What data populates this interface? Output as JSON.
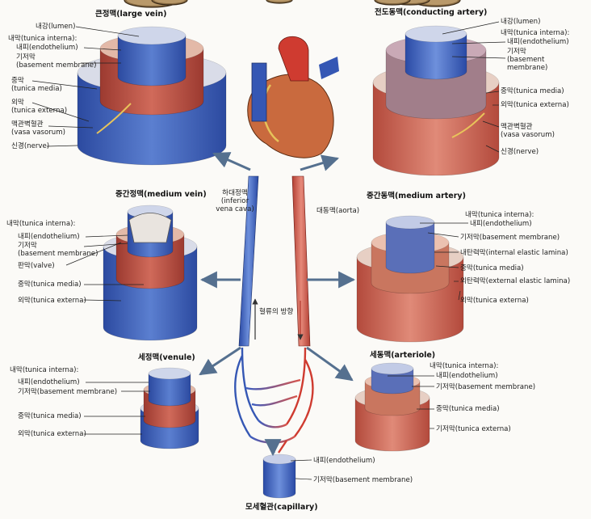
{
  "colors": {
    "vein": "#3d5fb8",
    "artery": "#c8574a",
    "muscle": "#b8483c",
    "lumen": "#a58a62",
    "basement": "#e6d6c0",
    "arrow": "#55708f"
  },
  "titles": {
    "large_vein": "큰정맥(large vein)",
    "conducting_artery": "전도동맥(conducting artery)",
    "medium_vein": "중간정맥(medium vein)",
    "medium_artery": "중간동맥(medium artery)",
    "venule": "세정맥(venule)",
    "arteriole": "세동맥(arteriole)",
    "capillary": "모세혈관(capillary)"
  },
  "center": {
    "ivc": "하대정맥\n(inferior\nvena cava)",
    "aorta": "대동맥(aorta)",
    "flow": "혈류의 방향"
  },
  "labels": {
    "large_vein": {
      "lumen": "내강(lumen)",
      "tunica_interna": "내막(tunica interna):",
      "endothelium": "내피(endothelium)",
      "basement": "기저막\n(basement membrane)",
      "media": "중막\n(tunica media)",
      "externa": "외막\n(tunica externa)",
      "vasa": "맥관벽혈관\n(vasa vasorum)",
      "nerve": "신경(nerve)"
    },
    "conducting_artery": {
      "lumen": "내강(lumen)",
      "tunica_interna": "내막(tunica interna):",
      "endothelium": "내피(endothelium)",
      "basement": "기저막\n(basement\nmembrane)",
      "media": "중막(tunica media)",
      "externa": "외막(tunica externa)",
      "vasa": "맥관벽혈관\n(vasa vasorum)",
      "nerve": "신경(nerve)"
    },
    "medium_vein": {
      "tunica_interna": "내막(tunica interna):",
      "endothelium": "내피(endothelium)",
      "basement": "기저막\n(basement membrane)",
      "valve": "판막(valve)",
      "media": "중막(tunica media)",
      "externa": "외막(tunica externa)"
    },
    "medium_artery": {
      "tunica_interna": "내막(tunica interna):",
      "endothelium": "내피(endothelium)",
      "basement": "기저막(basement membrane)",
      "iel": "내탄력막(internal elastic lamina)",
      "media": "중막(tunica media)",
      "eel": "외탄력막(external elastic lamina)",
      "externa": "외막(tunica externa)"
    },
    "venule": {
      "tunica_interna": "내막(tunica interna):",
      "endothelium": "내피(endothelium)",
      "basement": "기저막(basement membrane)",
      "media": "중막(tunica media)",
      "externa": "외막(tunica externa)"
    },
    "arteriole": {
      "tunica_interna": "내막(tunica interna):",
      "endothelium": "내피(endothelium)",
      "basement": "기저막(basement membrane)",
      "media": "중막(tunica media)",
      "externa": "기저막(tunica externa)"
    },
    "capillary": {
      "endothelium": "내피(endothelium)",
      "basement": "기저막(basement membrane)"
    }
  }
}
